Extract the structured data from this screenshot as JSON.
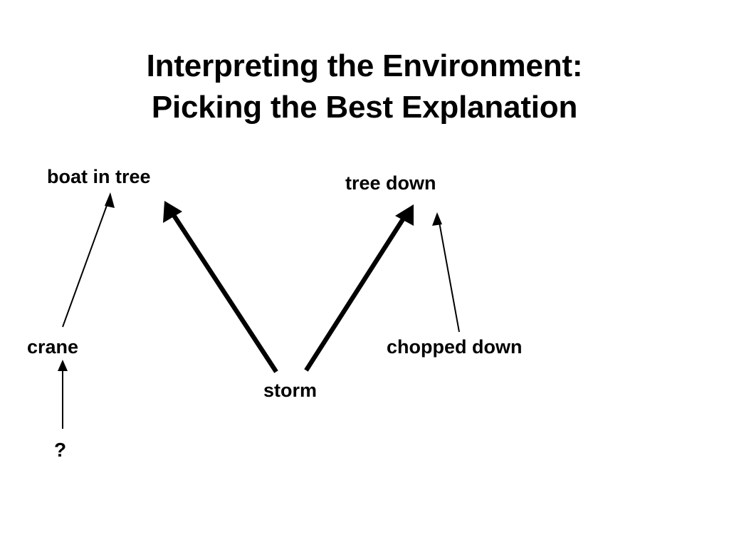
{
  "slide": {
    "background_color": "#ffffff",
    "ink_color": "#000000",
    "title": "Interpreting the Environment:\nPicking the Best Explanation"
  },
  "diagram": {
    "type": "explanation-graph",
    "nodes": [
      {
        "id": "boat-in-tree",
        "label": "boat in tree",
        "role": "observation"
      },
      {
        "id": "tree-down",
        "label": "tree down",
        "role": "observation"
      },
      {
        "id": "crane",
        "label": "crane",
        "role": "hypothesis"
      },
      {
        "id": "chopped-down",
        "label": "chopped down",
        "role": "hypothesis"
      },
      {
        "id": "storm",
        "label": "storm",
        "role": "hypothesis-best"
      },
      {
        "id": "question-mark",
        "label": "?",
        "role": "unknown-cause"
      }
    ],
    "edges": [
      {
        "id": "crane-to-boat",
        "from": "crane",
        "to": "boat-in-tree",
        "weight": "thin"
      },
      {
        "id": "storm-to-boat",
        "from": "storm",
        "to": "boat-in-tree",
        "weight": "thick"
      },
      {
        "id": "storm-to-treedown",
        "from": "storm",
        "to": "tree-down",
        "weight": "thick"
      },
      {
        "id": "chopped-to-treedown",
        "from": "chopped-down",
        "to": "tree-down",
        "weight": "thin"
      },
      {
        "id": "question-to-crane",
        "from": "question-mark",
        "to": "crane",
        "weight": "thin"
      }
    ]
  }
}
